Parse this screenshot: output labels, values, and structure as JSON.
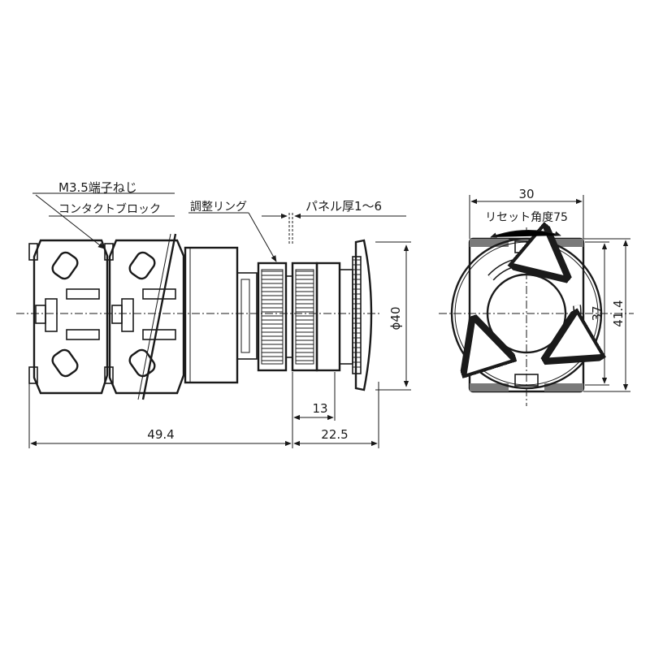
{
  "labels": {
    "terminal_screw": "M3.5端子ねじ",
    "contact_block": "コンタクトブロック",
    "adjust_ring": "調整リング",
    "panel_thickness": "パネル厚1～6",
    "reset_angle": "リセット角度75"
  },
  "dimensions": {
    "phi40": "ϕ40",
    "d13": "13",
    "d494": "49.4",
    "d225": "22.5",
    "d30": "30",
    "d37": "37",
    "d414": "41.4"
  },
  "colors": {
    "line": "#1a1a1a",
    "fill_gray": "#bfbfbf",
    "fill_light": "#dcdcdc"
  }
}
